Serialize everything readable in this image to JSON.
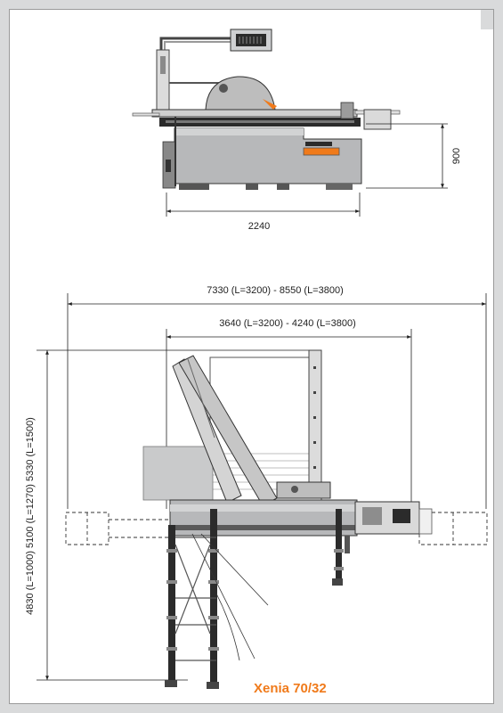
{
  "model_name": "Xenia 70/32",
  "dimensions": {
    "side_height": "900",
    "side_length": "2240",
    "top_total_length": "7330 (L=3200) - 8550 (L=3800)",
    "top_carriage_length": "3640 (L=3200) - 4240 (L=3800)",
    "top_depth": "4830 (L=1000) 5100 (L=1270) 5330 (L=1500)"
  },
  "colors": {
    "accent": "#f07a1a",
    "machine_gray": "#b7b8ba",
    "dark": "#2b2b2b",
    "background": "#d9dadb"
  }
}
